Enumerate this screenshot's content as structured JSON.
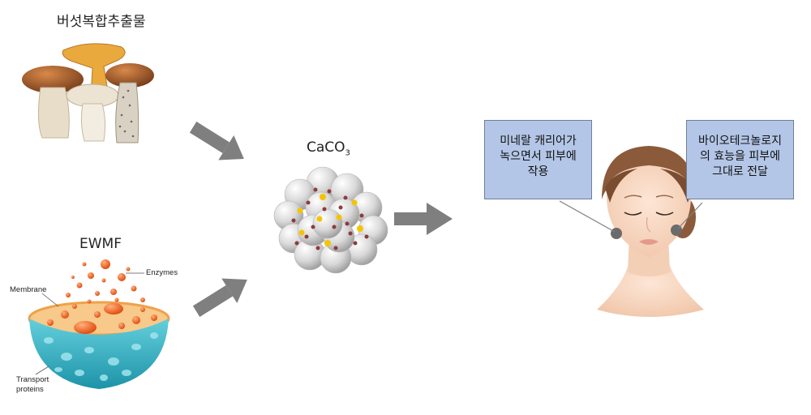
{
  "inputs": {
    "mushroom_label": "버섯복합추출물",
    "ewmf_label": "EWMF",
    "cell_labels": {
      "enzymes": "Enzymes",
      "membrane": "Membrane",
      "transport_line1": "Transport",
      "transport_line2": "proteins"
    }
  },
  "product": {
    "label_main": "CaCO",
    "label_sub": "3"
  },
  "callouts": [
    {
      "lines": [
        "미네랄 캐리어가",
        "녹으면서 피부에",
        "작용"
      ]
    },
    {
      "lines": [
        "바이오테크놀로지",
        "의 효능을 피부에",
        "그대로 전달"
      ]
    }
  ],
  "colors": {
    "arrow": "#7f7f7f",
    "callout_fill": "#b4c6e7",
    "callout_border": "#6f7f99",
    "enzyme_orange": "#f26522",
    "bowl_teal": "#3fb7c9",
    "skin": "#f7d9c4",
    "hair": "#8a5a3a"
  },
  "icons": [
    "mushroom-illustration",
    "cell-bowl-illustration",
    "crystal-cluster-illustration",
    "face-illustration",
    "arrow-icon"
  ]
}
